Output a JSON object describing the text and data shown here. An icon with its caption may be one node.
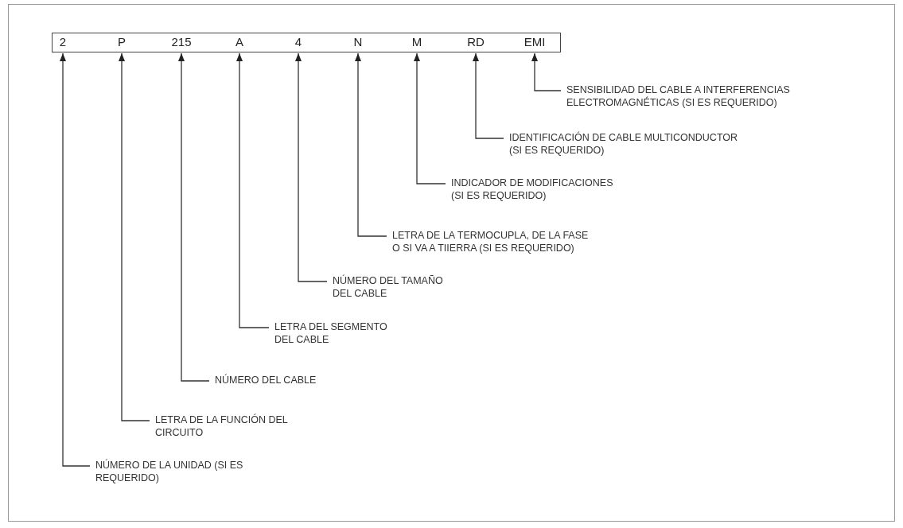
{
  "diagram": {
    "nodes": [
      {
        "text": [],
        "shape": "box"
      },
      {
        "text": [
          "2"
        ],
        "in": 0
      },
      {
        "text": [
          "P"
        ],
        "in": 0
      },
      {
        "text": [
          "215"
        ],
        "in": 0
      },
      {
        "text": [
          "A"
        ],
        "in": 0
      },
      {
        "text": [
          "4"
        ],
        "in": 0
      },
      {
        "text": [
          "N"
        ],
        "in": 0
      },
      {
        "text": [
          "M"
        ],
        "in": 0
      },
      {
        "text": [
          "RD"
        ],
        "in": 0
      },
      {
        "text": [
          "EMI"
        ],
        "in": 0
      },
      {
        "text": [
          "SENSIBILIDAD DEL CABLE A INTERFERENCIAS ELECTROMAGNÉTICAS (SI ES REQUERIDO)"
        ]
      },
      {
        "text": [
          "IDENTIFICACIÓN DE CABLE MULTICONDUCTOR (SI ES REQUERIDO)"
        ]
      },
      {
        "text": [
          "INDICADOR DE MODIFICACIONES (SI ES REQUERIDO)"
        ]
      },
      {
        "text": [
          "LETRA DE LA TERMOCUPLA, DE LA FASE O SI VA A TIIERRA (SI ES REQUERIDO)"
        ]
      },
      {
        "text": [
          "NÚMERO DEL TAMAÑO DEL CABLE"
        ]
      },
      {
        "text": [
          "LETRA DEL SEGMENTO DEL CABLE"
        ]
      },
      {
        "text": [
          "NÚMERO DEL CABLE"
        ]
      },
      {
        "text": [
          "LETRA DE LA FUNCIÓN DEL CIRCUITO"
        ]
      },
      {
        "text": [
          "NÚMERO DE LA UNIDAD (SI ES REQUERIDO)"
        ]
      }
    ],
    "edges": [
      {
        "from": 10,
        "to": 9,
        "arrow": "to"
      },
      {
        "from": 11,
        "to": 8,
        "arrow": "to"
      },
      {
        "from": 12,
        "to": 7,
        "arrow": "to"
      },
      {
        "from": 13,
        "to": 6,
        "arrow": "to"
      },
      {
        "from": 14,
        "to": 5,
        "arrow": "to"
      },
      {
        "from": 15,
        "to": 4,
        "arrow": "to"
      },
      {
        "from": 16,
        "to": 3,
        "arrow": "to"
      },
      {
        "from": 17,
        "to": 2,
        "arrow": "to"
      },
      {
        "from": 18,
        "to": 1,
        "arrow": "to"
      }
    ]
  }
}
